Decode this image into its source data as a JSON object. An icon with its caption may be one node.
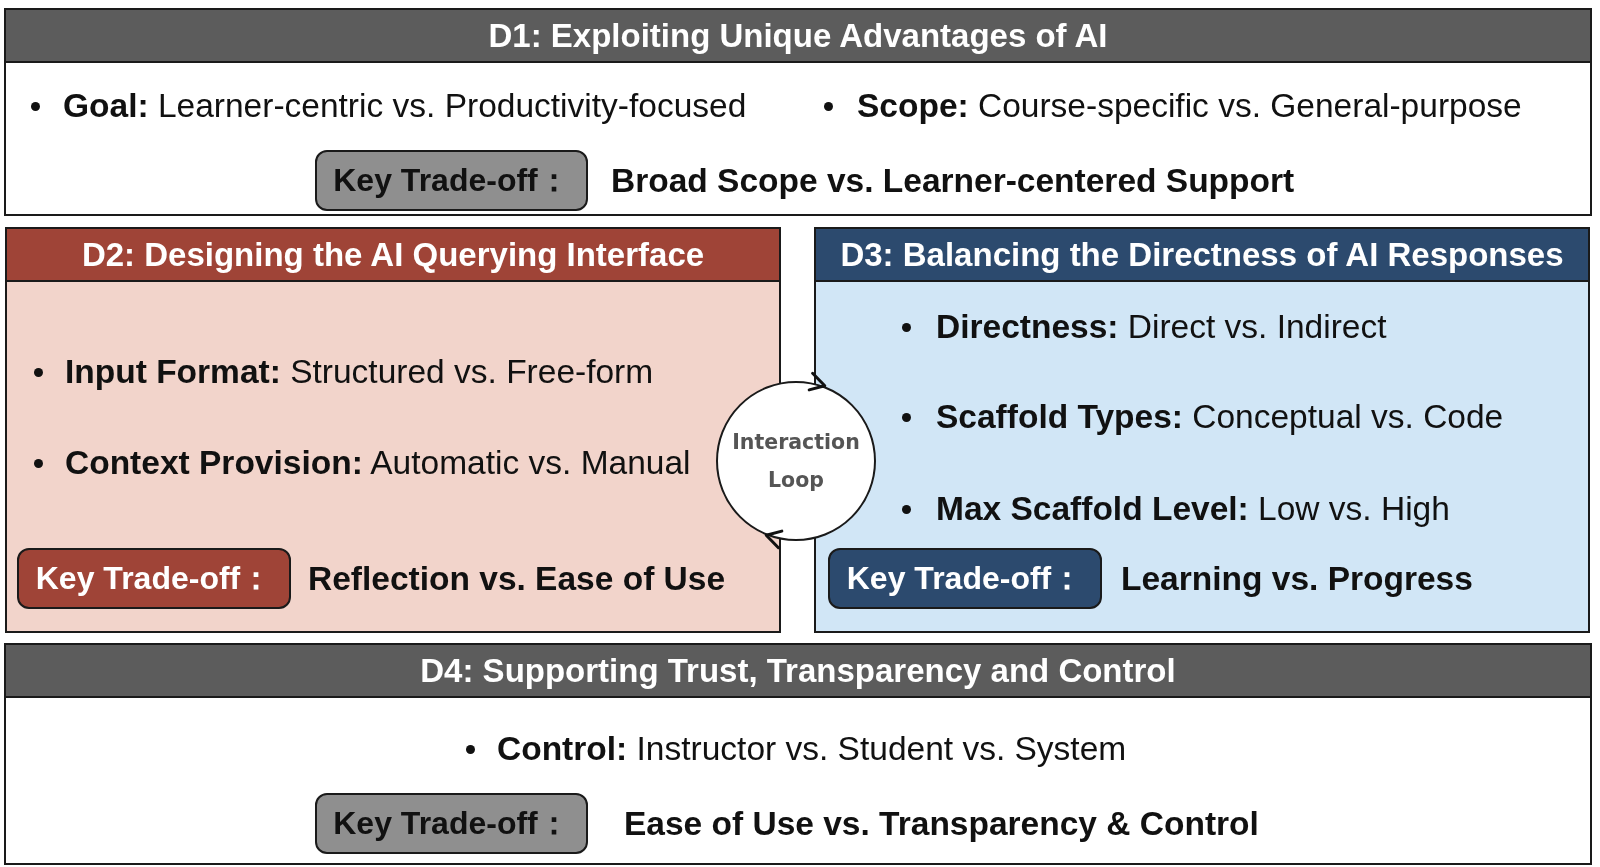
{
  "diagram": {
    "nodes": [
      {
        "text": [
          "D1: Exploiting Unique Advantages of AI",
          "**Goal:** Learner-centric vs. Productivity-focused",
          "**Scope:** Course-specific vs. General-purpose"
        ]
      },
      {
        "text": [
          "Key Trade-off："
        ],
        "in": 0,
        "beside": [
          "Broad Scope vs. Learner-centered Support"
        ]
      },
      {
        "text": [
          "D2: Designing the AI Querying Interface",
          "**Input Format:** Structured vs. Free-form",
          "**Context Provision:** Automatic vs. Manual"
        ]
      },
      {
        "text": [
          "Key Trade-off："
        ],
        "in": 2,
        "beside": [
          "Reflection vs. Ease of Use"
        ]
      },
      {
        "text": [
          "D3: Balancing the Directness of AI Responses",
          "**Directness:** Direct vs. Indirect",
          "**Scaffold Types:** Conceptual vs. Code",
          "**Max Scaffold Level:** Low vs. High"
        ]
      },
      {
        "text": [
          "Key Trade-off："
        ],
        "in": 4,
        "beside": [
          "Learning vs. Progress"
        ]
      },
      {
        "text": [
          "Interaction Loop"
        ]
      },
      {
        "text": [
          "D4: Supporting Trust, Transparency and Control",
          "**Control:** Instructor vs. Student vs. System"
        ]
      },
      {
        "text": [
          "Key Trade-off："
        ],
        "in": 7,
        "beside": [
          "Ease of Use vs. Transparency & Control"
        ]
      }
    ]
  }
}
